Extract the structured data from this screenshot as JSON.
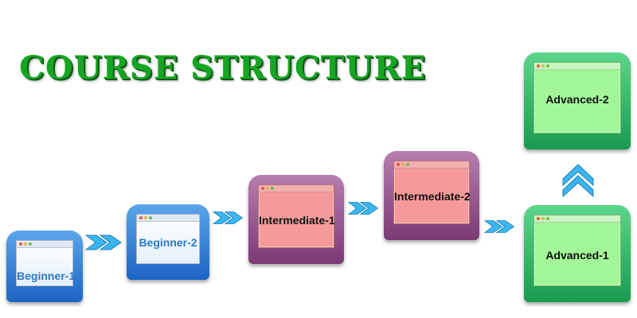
{
  "title": "COURSE STRUCTURE",
  "colors": {
    "title": "#16a523",
    "beginner": "#2a78c6",
    "intermediate": "#7a3a74",
    "advanced": "#1a9a4f",
    "arrow": "#3bb6ee"
  },
  "steps": [
    {
      "label": "Beginner-1",
      "level": "beginner"
    },
    {
      "label": "Beginner-2",
      "level": "beginner"
    },
    {
      "label": "Intermediate-1",
      "level": "intermediate"
    },
    {
      "label": "Intermediate-2",
      "level": "intermediate"
    },
    {
      "label": "Advanced-1",
      "level": "advanced"
    },
    {
      "label": "Advanced-2",
      "level": "advanced"
    }
  ],
  "connector_icon": "double-chevron-arrow"
}
